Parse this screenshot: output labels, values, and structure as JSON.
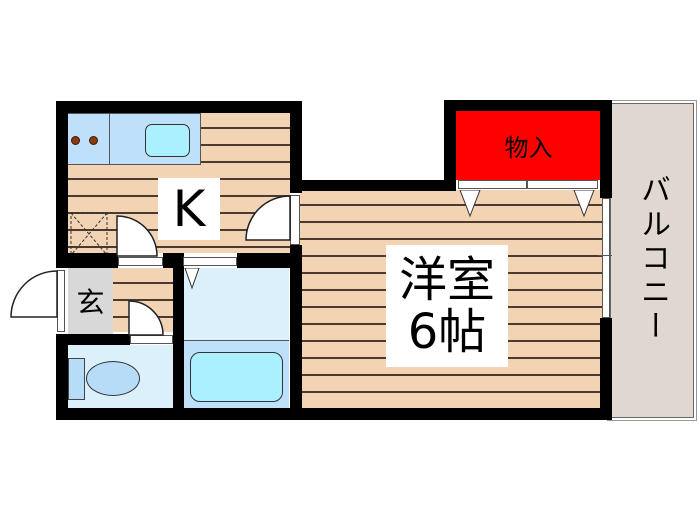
{
  "floorplan": {
    "rooms": {
      "kitchen": {
        "label": "K"
      },
      "western_room": {
        "label_line1": "洋室",
        "label_line2": "6帖"
      },
      "storage": {
        "label": "物入"
      },
      "balcony": {
        "label": "バルコニー"
      },
      "entrance": {
        "label": "玄"
      }
    },
    "colors": {
      "wall": "#000000",
      "floor_wood": "#f2d3b4",
      "floor_line": "#4a3a30",
      "storage": "#ff0000",
      "wet_area": "#dcf0fc",
      "bath_tub": "#aaf0ff",
      "balcony": "#e0d8d0",
      "entrance": "#d8d8d8",
      "stove_burner": "#8b3a0a"
    }
  }
}
